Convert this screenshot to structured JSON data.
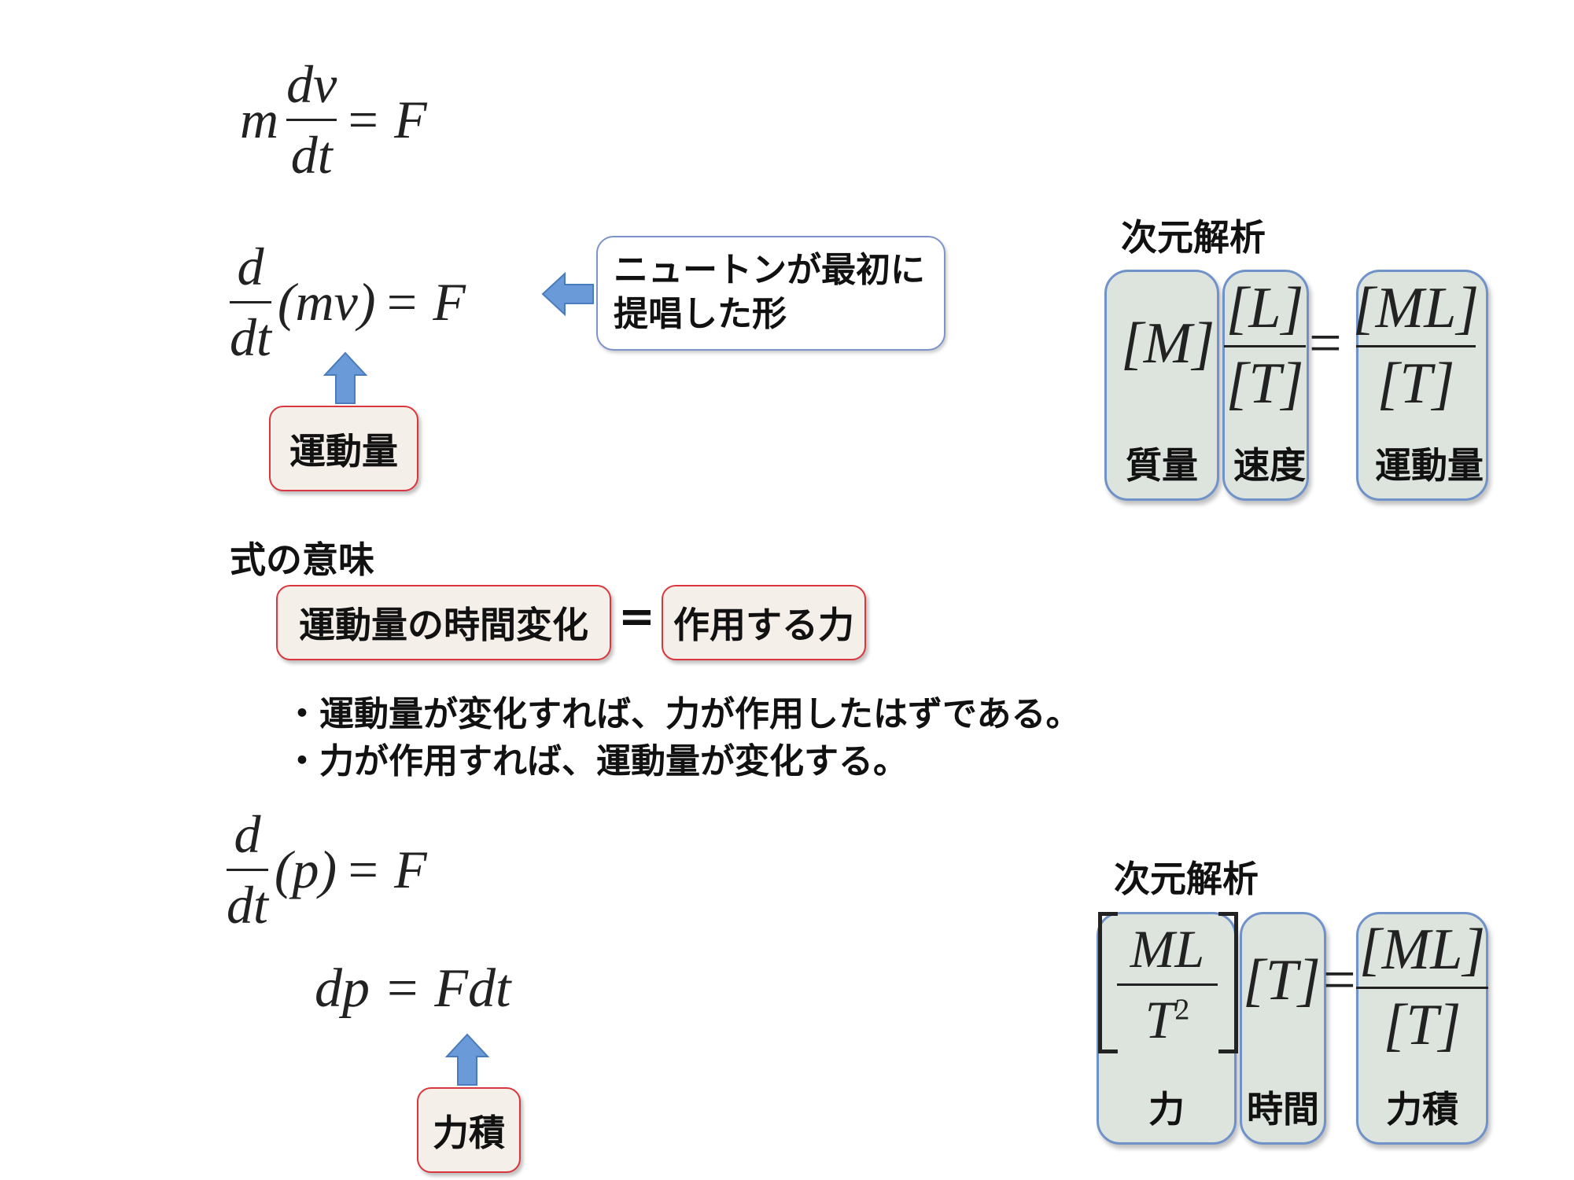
{
  "eq1": {
    "m": "m",
    "num": "dv",
    "den": "dt",
    "rhs": "= F"
  },
  "eq2": {
    "num": "d",
    "den": "dt",
    "body": "(mv)",
    "rhs": "= F"
  },
  "callout": {
    "line1": "ニュートンが最初に",
    "line2": "提唱した形"
  },
  "label_momentum": "運動量",
  "dim1": {
    "title": "次元解析",
    "mass_expr": "[M]",
    "vel_num": "[L]",
    "vel_den": "[T]",
    "eq": "=",
    "mom_num": "[ML]",
    "mom_den": "[T]",
    "labels": [
      "質量",
      "速度",
      "運動量"
    ]
  },
  "meaning": {
    "title": "式の意味",
    "left": "運動量の時間変化",
    "eq": "=",
    "right": "作用する力",
    "bullets": [
      "・運動量が変化すれば、力が作用したはずである。",
      "・力が作用すれば、運動量が変化する。"
    ]
  },
  "eq3": {
    "num": "d",
    "den": "dt",
    "body": "(p)",
    "rhs": "= F"
  },
  "eq4": {
    "text": "dp = Fdt"
  },
  "label_impulse": "力積",
  "dim2": {
    "title": "次元解析",
    "force_num": "ML",
    "force_den": "T",
    "force_exp": "2",
    "time_expr": "[T]",
    "eq": "=",
    "imp_num": "[ML]",
    "imp_den": "[T]",
    "labels": [
      "力",
      "時間",
      "力積"
    ]
  }
}
